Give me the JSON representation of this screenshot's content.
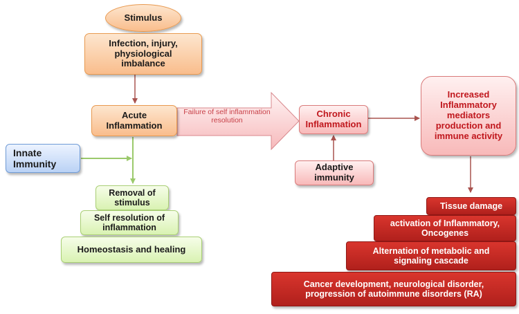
{
  "diagram": {
    "stimulus": "Stimulus",
    "infection": "Infection, injury, physiological imbalance",
    "acute": "Acute Inflammation",
    "failure_arrow": "Failure of self inflammation resolution",
    "chronic": "Chronic Inflammation",
    "mediators": "Increased Inflammatory mediators production and immune activity",
    "innate": "Innate Immunity",
    "adaptive": "Adaptive immunity",
    "removal": "Removal of stimulus",
    "self_resolution": "Self resolution of inflammation",
    "homeostasis": "Homeostasis and healing",
    "outcomes": [
      "Tissue damage",
      "activation of Inflammatory, Oncogenes",
      "Alternation of metabolic and signaling cascade",
      "Cancer development, neurological disorder, progression of autoimmune disorders (RA)"
    ]
  },
  "colors": {
    "orange": "#f9bd8c",
    "green": "#d9f2b2",
    "blue": "#bad2f5",
    "pink": "#f8b9b9",
    "red": "#c0201c",
    "connector_brown": "#a9534f",
    "connector_green": "#9bc96b"
  }
}
